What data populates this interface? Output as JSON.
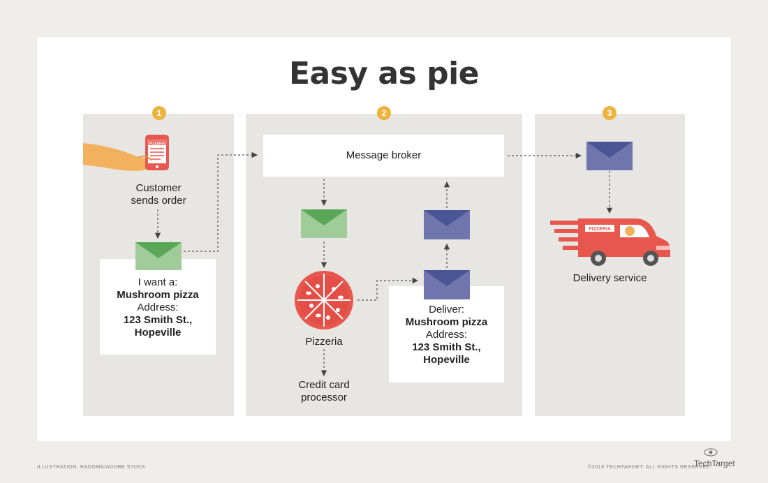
{
  "title": "Easy as pie",
  "steps": {
    "one": "1",
    "two": "2",
    "three": "3"
  },
  "customer": {
    "label_line1": "Customer",
    "label_line2": "sends order",
    "phone_label": "PIZZERIA"
  },
  "order_note": {
    "line1": "I want a:",
    "line2": "Mushroom pizza",
    "line3": "Address:",
    "line4": "123 Smith St.,",
    "line5": "Hopeville"
  },
  "broker": {
    "label": "Message broker"
  },
  "pizzeria": {
    "label": "Pizzeria"
  },
  "credit": {
    "line1": "Credit card",
    "line2": "processor"
  },
  "deliver_note": {
    "line1": "Deliver:",
    "line2": "Mushroom pizza",
    "line3": "Address:",
    "line4": "123 Smith St.,",
    "line5": "Hopeville"
  },
  "delivery": {
    "label": "Delivery service",
    "van_label": "PIZZERIA"
  },
  "footer": {
    "left": "ILLUSTRATION: RADOMA/ADOBE STOCK",
    "right": "©2018 TECHTARGET. ALL RIGHTS RESERVED",
    "logo": "TechTarget"
  },
  "colors": {
    "green_envelope": "#9fcc98",
    "green_flap": "#5aa857",
    "blue_envelope": "#6f76ad",
    "blue_flap": "#4a5595",
    "pizza_red": "#e8574e",
    "badge": "#efb23c",
    "panel": "#e7e6e2"
  }
}
